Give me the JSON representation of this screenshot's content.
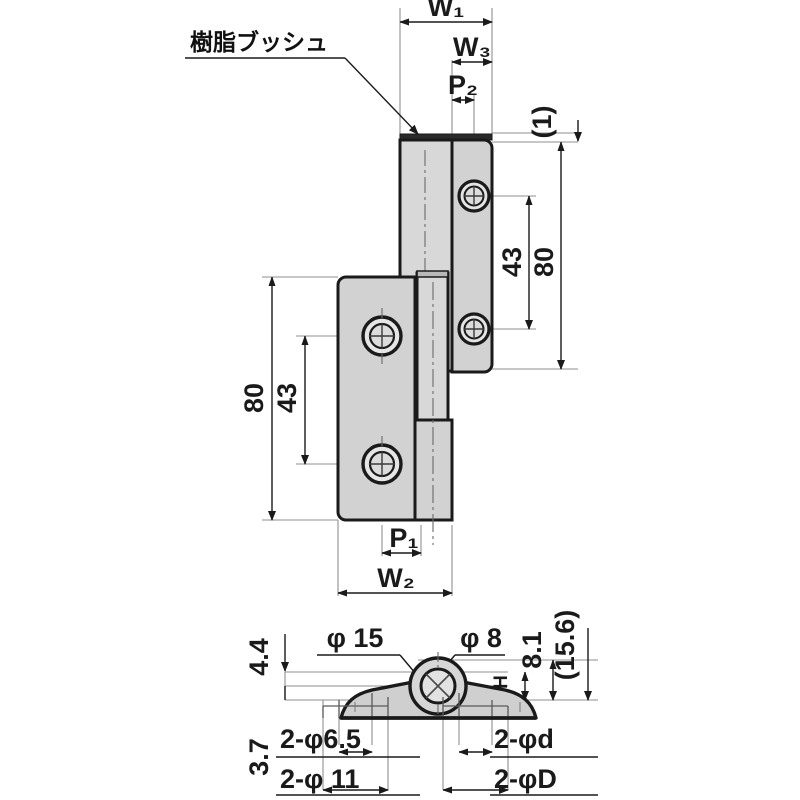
{
  "drawing": {
    "title": "Hinge technical drawing",
    "annotation_label": "樹脂ブッシュ",
    "colors": {
      "line": "#1a1a1a",
      "thin_line": "#8a8a8a",
      "fill_light": "#dcdcdc",
      "fill_mid": "#cfcfcf",
      "background": "#ffffff"
    }
  },
  "front_view": {
    "dimensions": {
      "w1": "W₁",
      "w3": "W₃",
      "p2": "P₂",
      "p1": "P₁",
      "w2": "W₂",
      "gap_top": "(1)",
      "upper_total": "80",
      "upper_pitch": "43",
      "lower_total": "80",
      "lower_pitch": "43"
    }
  },
  "section_view": {
    "dimensions": {
      "height_top": "4.4",
      "height_bottom": "3.7",
      "boss_dia": "φ 15",
      "pin_dia": "φ 8",
      "h_label": "H",
      "depth_81": "8.1",
      "overall": "(15.6)",
      "hole_left_upper": "2-φ6.5",
      "hole_left_lower": "2-φ 11",
      "hole_right_upper": "2-φd",
      "hole_right_lower": "2-φD"
    }
  }
}
